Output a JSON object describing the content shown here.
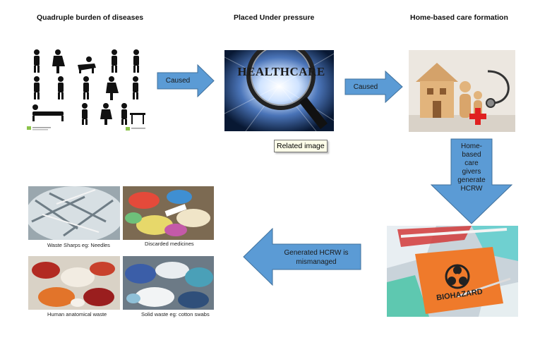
{
  "headings": {
    "quadruple": "Quadruple burden of diseases",
    "pressure": "Placed Under pressure",
    "homecare": "Home-based care formation"
  },
  "arrows": {
    "caused_1": "Caused",
    "caused_2": "Caused",
    "generate_lines": [
      "Home-",
      "based",
      "care",
      "givers",
      "generate",
      "HCRW"
    ],
    "mismanaged_lines": [
      "Generated HCRW is",
      "mismanaged"
    ]
  },
  "healthcare_image_text": "HEALTHCARE",
  "tooltip": "Related image",
  "biohazard_text": "BIOHAZARD",
  "waste_captions": {
    "sharps": "Waste Sharps eg: Needles",
    "medicines": "Discarded medicines",
    "anatomical": "Human anatomical waste",
    "solid": "Solid waste eg: cotton swabs"
  },
  "colors": {
    "arrow_fill": "#5b9bd5",
    "arrow_stroke": "#41719c"
  }
}
